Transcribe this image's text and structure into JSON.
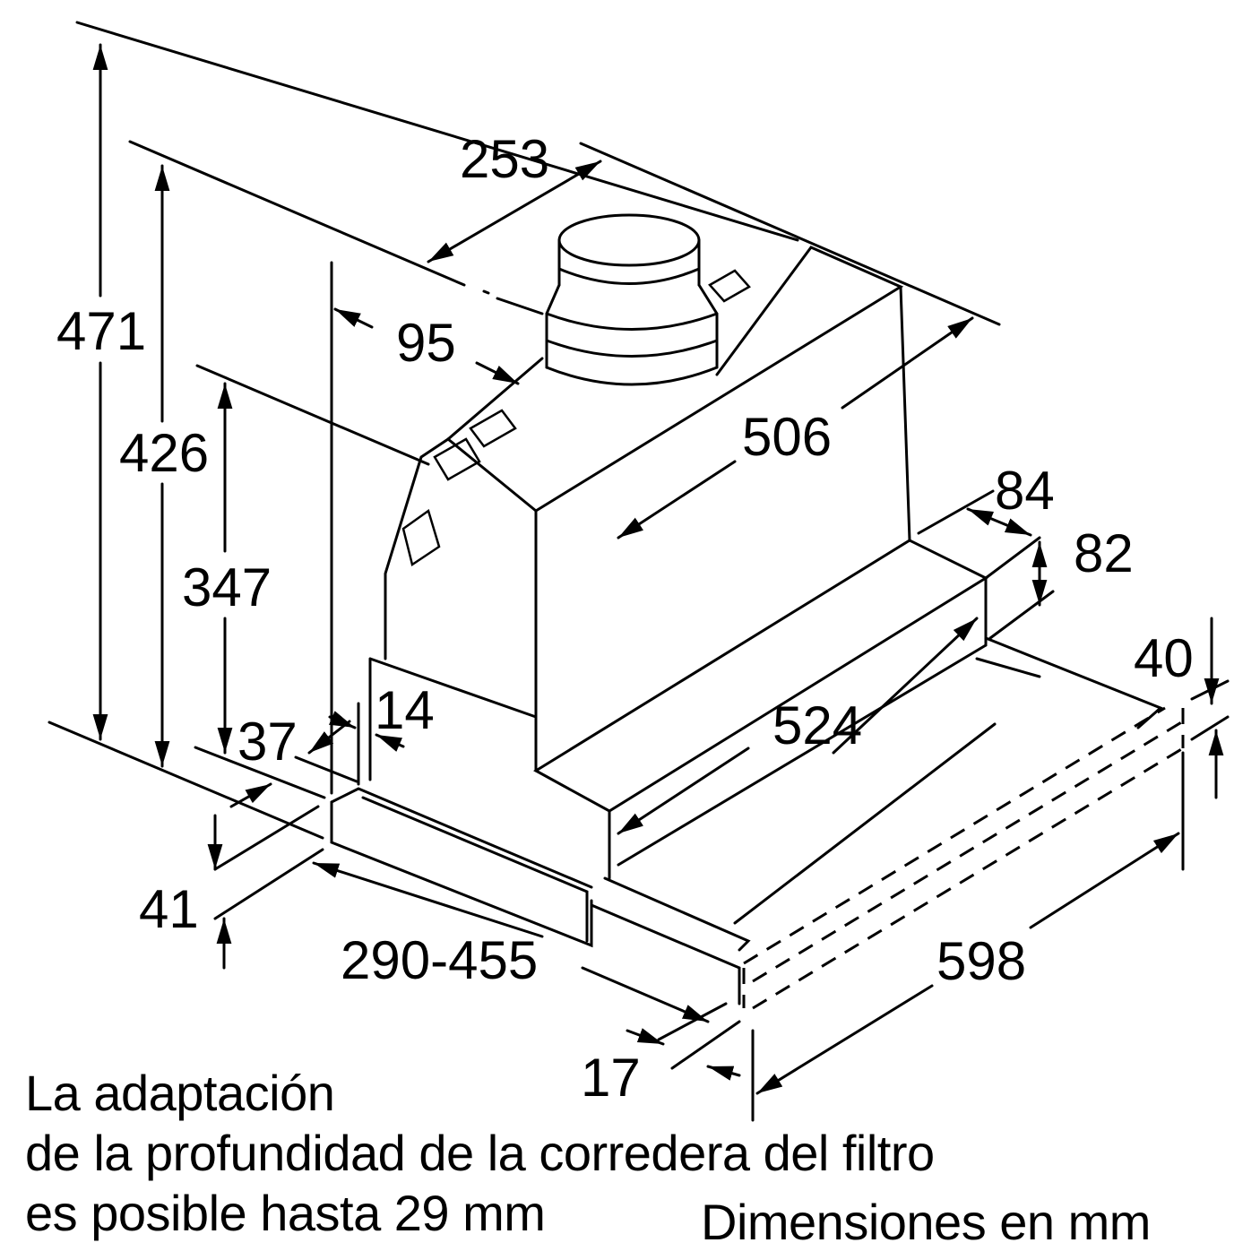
{
  "diagram": {
    "subject": "Telescopic cooker hood dimension drawing",
    "line_color": "#000000",
    "background": "#ffffff",
    "dimensions": {
      "overall_height": "471",
      "height_to_top": "426",
      "body_height": "347",
      "duct_depth": "253",
      "duct_offset": "95",
      "body_width": "506",
      "front_offset": "84",
      "front_height": "82",
      "slider_height": "40",
      "front_panel_width": "524",
      "edge_offset_37": "37",
      "edge_offset_14": "14",
      "bottom_height": "41",
      "depth_range": "290-455",
      "front_lip": "17",
      "total_width": "598"
    }
  },
  "notes": {
    "adaptation_line1": "La adaptación",
    "adaptation_line2": "de la profundidad de la corredera del filtro",
    "adaptation_line3": "es posible hasta 29 mm",
    "units": "Dimensiones en mm"
  }
}
